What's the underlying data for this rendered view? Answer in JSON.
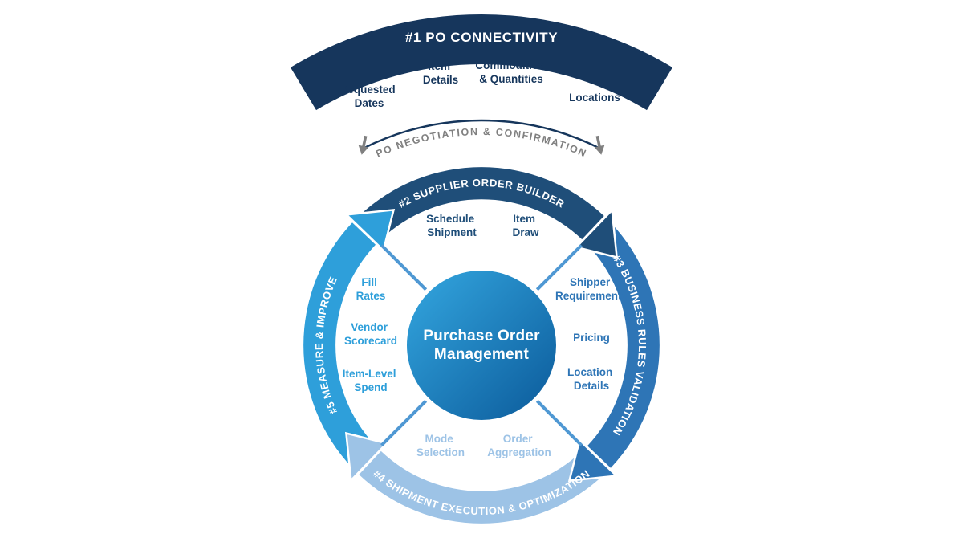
{
  "colors": {
    "banner_navy": "#16365c",
    "segment2_blue": "#1f4e79",
    "segment3_blue": "#2e75b6",
    "segment4_blue": "#9dc3e6",
    "segment5_blue": "#2e9fda",
    "subtitle_gray": "#808080",
    "divider_blue": "#4f98d3",
    "center_gradient_start": "#34a7e0",
    "center_gradient_end": "#0b5a9a",
    "white": "#ffffff"
  },
  "banner": {
    "title": "#1 PO CONNECTIVITY",
    "items": [
      {
        "line1": "Requested",
        "line2": "Dates"
      },
      {
        "line1": "Item",
        "line2": "Details"
      },
      {
        "line1": "Commodities",
        "line2": "& Quantities"
      },
      {
        "line1": "Locations"
      }
    ],
    "subtitle": "PO NEGOTIATION & CONFIRMATION"
  },
  "wheel": {
    "center": {
      "line1": "Purchase Order",
      "line2": "Management"
    },
    "segments": [
      {
        "label": "#2 SUPPLIER ORDER BUILDER",
        "items": [
          {
            "line1": "Schedule",
            "line2": "Shipment"
          },
          {
            "line1": "Item",
            "line2": "Draw"
          }
        ]
      },
      {
        "label": "#3 BUSINESS RULES VALIDATION",
        "items": [
          {
            "line1": "Shipper",
            "line2": "Requirements"
          },
          {
            "line1": "Pricing"
          },
          {
            "line1": "Location",
            "line2": "Details"
          }
        ]
      },
      {
        "label": "#4 SHIPMENT EXECUTION & OPTIMIZATION",
        "items": [
          {
            "line1": "Mode",
            "line2": "Selection"
          },
          {
            "line1": "Order",
            "line2": "Aggregation"
          }
        ]
      },
      {
        "label": "#5 MEASURE & IMPROVE",
        "items": [
          {
            "line1": "Fill",
            "line2": "Rates"
          },
          {
            "line1": "Vendor",
            "line2": "Scorecard"
          },
          {
            "line1": "Item-Level",
            "line2": "Spend"
          }
        ]
      }
    ]
  }
}
